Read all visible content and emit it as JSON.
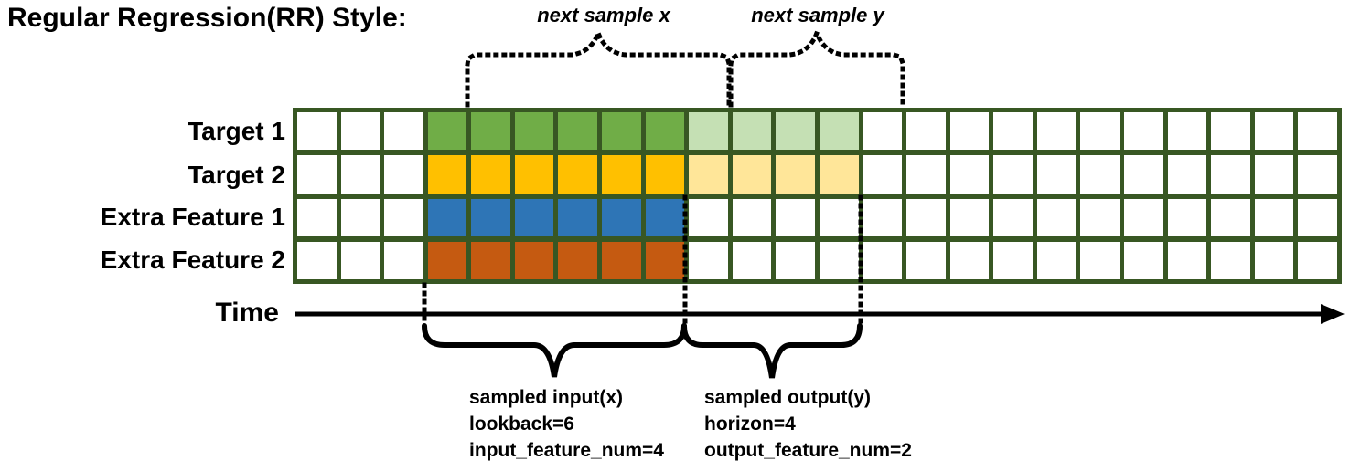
{
  "title": "Regular Regression(RR) Style:",
  "top_annotations": {
    "next_sample_x": "next sample x",
    "next_sample_y": "next sample y"
  },
  "time_axis": {
    "label": "Time"
  },
  "grid": {
    "total_columns": 24,
    "empty_leading_columns": 3,
    "input_columns": 6,
    "output_columns": 4,
    "line_color": "#385723",
    "empty_cell_color": "#ffffff",
    "rows": [
      {
        "label": "Target 1",
        "input_color": "#70AD47",
        "output_color": "#C5E0B4"
      },
      {
        "label": "Target 2",
        "input_color": "#FFC000",
        "output_color": "#FFE699"
      },
      {
        "label": "Extra Feature 1",
        "input_color": "#2E75B6",
        "output_color": null
      },
      {
        "label": "Extra Feature 2",
        "input_color": "#C55A11",
        "output_color": null
      }
    ]
  },
  "bottom_annotations": {
    "input_lines": [
      "sampled input(x)",
      "lookback=6",
      "input_feature_num=4"
    ],
    "output_lines": [
      "sampled output(y)",
      "horizon=4",
      "output_feature_num=2"
    ]
  },
  "annotation_color": "#000000"
}
